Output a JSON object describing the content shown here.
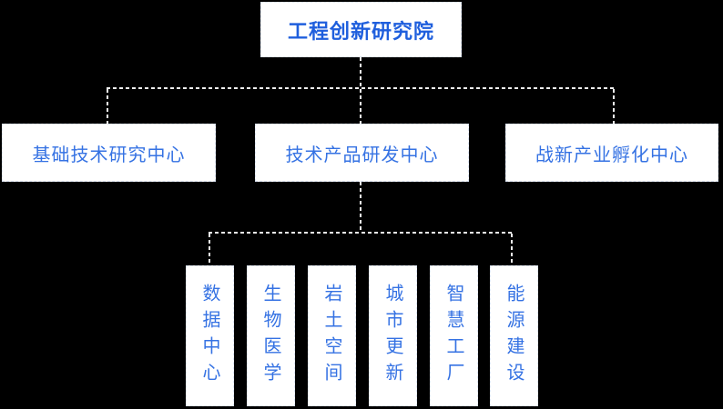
{
  "org": {
    "root": {
      "label": "工程创新研究院"
    },
    "level2": [
      {
        "label": "基础技术研究中心"
      },
      {
        "label": "技术产品研发中心"
      },
      {
        "label": "战新产业孵化中心"
      }
    ],
    "level3": [
      {
        "label": "数据中心"
      },
      {
        "label": "生物医学"
      },
      {
        "label": "岩土空间"
      },
      {
        "label": "城市更新"
      },
      {
        "label": "智慧工厂"
      },
      {
        "label": "能源建设"
      }
    ]
  },
  "colors": {
    "background": "#000000",
    "box_bg": "#ffffff",
    "box_border": "#dbe3f2",
    "title_text": "#1f5fdd",
    "node_text": "#3572e3",
    "connector": "#efefef"
  }
}
